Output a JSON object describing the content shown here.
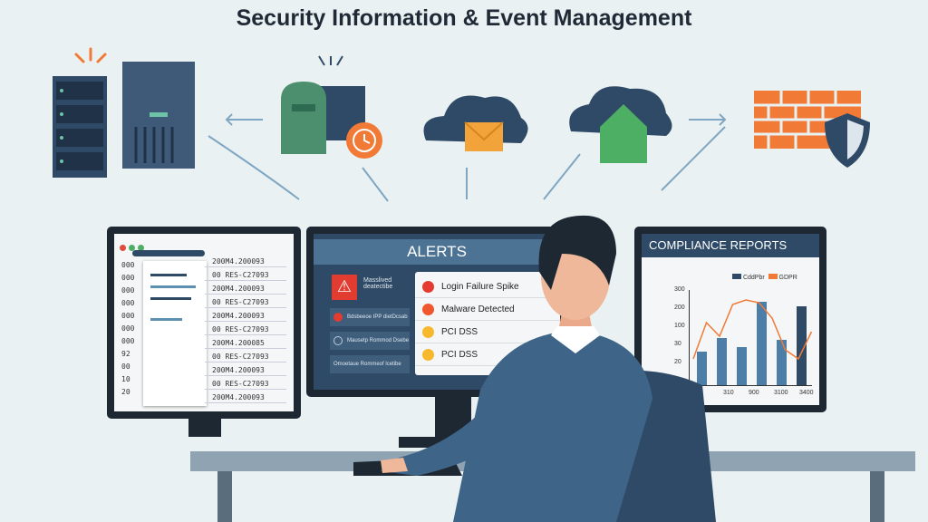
{
  "title": "Security Information & Event Management",
  "left_monitor": {
    "line_numbers": [
      "000",
      "000",
      "000",
      "000",
      "000",
      "000",
      "000",
      "92",
      "00",
      "10",
      "20"
    ],
    "log_entries": [
      "200M4.200093",
      "00 RES-C27093",
      "200M4.200093",
      "00 RES-C27093",
      "200M4.200093",
      "00 RES-C27093",
      "200M4.200085",
      "00 RES-C27093",
      "200M4.200093",
      "00 RES-C27093",
      "200M4.200093"
    ]
  },
  "alerts_monitor": {
    "header": "ALERTS",
    "warning_label": "Masslived deatectibe",
    "side_items": [
      "Bdsbeeoe IPP dietDcsab",
      "Mausetp Rommod Dsebe",
      "Omoetaue Rommeof lcetibe"
    ],
    "alerts": [
      {
        "label": "Login Failure Spike",
        "color": "#e53a2f"
      },
      {
        "label": "Malware Detected",
        "color": "#f0572f"
      },
      {
        "label": "PCI DSS",
        "color": "#f6b92e"
      },
      {
        "label": "PCI DSS",
        "color": "#f6b92e"
      }
    ]
  },
  "compliance_monitor": {
    "header": "COMPLIANCE REPORTS",
    "chart_data": {
      "type": "bar",
      "legend": [
        "CddPbr",
        "GDPR"
      ],
      "y_ticks": [
        "300",
        "200",
        "100",
        "30",
        "20"
      ],
      "x_ticks": [
        "310",
        "900",
        "3100",
        "3400"
      ],
      "bars": [
        45,
        62,
        50,
        110,
        60,
        105
      ],
      "line": [
        30,
        70,
        55,
        90,
        95,
        92,
        75,
        40,
        30,
        60
      ]
    }
  },
  "colors": {
    "accent": "#2f4a66",
    "orange": "#f07a36",
    "red": "#e53a2f",
    "green": "#4caf63"
  }
}
